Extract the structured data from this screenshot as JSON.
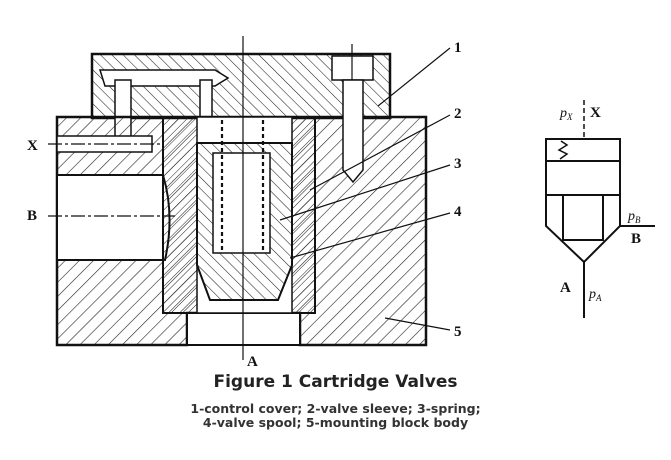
{
  "figure": {
    "title": "Figure 1 Cartridge Valves",
    "legend_line1": "1-control cover; 2-valve sleeve; 3-spring;",
    "legend_line2": "4-valve spool; 5-mounting block body"
  },
  "section_view": {
    "part_numbers": [
      "1",
      "2",
      "3",
      "4",
      "5"
    ],
    "port_x": "X",
    "port_b": "B",
    "port_a": "A"
  },
  "symbol": {
    "px_label": "p",
    "px_sub": "X",
    "x_label": "X",
    "pb_label": "p",
    "pb_sub": "B",
    "b_label": "B",
    "a_label": "A",
    "pa_label": "p",
    "pa_sub": "A"
  }
}
